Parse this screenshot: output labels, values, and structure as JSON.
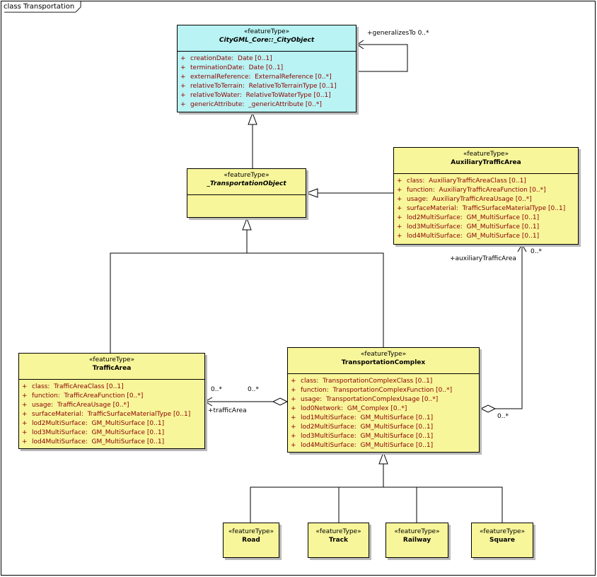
{
  "frame": {
    "title": "class Transportation"
  },
  "classes": {
    "city_object": {
      "stereotype": "«featureType»",
      "name": "CityGML_Core::_CityObject",
      "attributes": [
        {
          "vis": "+",
          "name": "creationDate:",
          "type": "Date [0..1]"
        },
        {
          "vis": "+",
          "name": "terminationDate:",
          "type": "Date [0..1]"
        },
        {
          "vis": "+",
          "name": "externalReference:",
          "type": "ExternalReference [0..*]"
        },
        {
          "vis": "+",
          "name": "relativeToTerrain:",
          "type": "RelativeToTerrainType [0..1]"
        },
        {
          "vis": "+",
          "name": "relativeToWater:",
          "type": "RelativeToWaterType [0..1]"
        },
        {
          "vis": "+",
          "name": "genericAttribute:",
          "type": "_genericAttribute [0..*]"
        }
      ]
    },
    "transportation_object": {
      "stereotype": "«featureType»",
      "name": "_TransportationObject",
      "attributes": []
    },
    "auxiliary_traffic_area": {
      "stereotype": "«featureType»",
      "name": "AuxiliaryTrafficArea",
      "attributes": [
        {
          "vis": "+",
          "name": "class:",
          "type": "AuxiliaryTrafficAreaClass [0..1]"
        },
        {
          "vis": "+",
          "name": "function:",
          "type": "AuxiliaryTrafficAreaFunction [0..*]"
        },
        {
          "vis": "+",
          "name": "usage:",
          "type": "AuxiliaryTrafficAreaUsage [0..*]"
        },
        {
          "vis": "+",
          "name": "surfaceMaterial:",
          "type": "TrafficSurfaceMaterialType [0..1]"
        },
        {
          "vis": "+",
          "name": "lod2MultiSurface:",
          "type": "GM_MultiSurface [0..1]"
        },
        {
          "vis": "+",
          "name": "lod3MultiSurface:",
          "type": "GM_MultiSurface [0..1]"
        },
        {
          "vis": "+",
          "name": "lod4MultiSurface:",
          "type": "GM_MultiSurface [0..1]"
        }
      ]
    },
    "traffic_area": {
      "stereotype": "«featureType»",
      "name": "TrafficArea",
      "attributes": [
        {
          "vis": "+",
          "name": "class:",
          "type": "TrafficAreaClass [0..1]"
        },
        {
          "vis": "+",
          "name": "function:",
          "type": "TrafficAreaFunction [0..*]"
        },
        {
          "vis": "+",
          "name": "usage:",
          "type": "TrafficAreaUsage [0..*]"
        },
        {
          "vis": "+",
          "name": "surfaceMaterial:",
          "type": "TrafficSurfaceMaterialType [0..1]"
        },
        {
          "vis": "+",
          "name": "lod2MultiSurface:",
          "type": "GM_MultiSurface [0..1]"
        },
        {
          "vis": "+",
          "name": "lod3MultiSurface:",
          "type": "GM_MultiSurface [0..1]"
        },
        {
          "vis": "+",
          "name": "lod4MultiSurface:",
          "type": "GM_MultiSurface [0..1]"
        }
      ]
    },
    "transportation_complex": {
      "stereotype": "«featureType»",
      "name": "TransportationComplex",
      "attributes": [
        {
          "vis": "+",
          "name": "class:",
          "type": "TransportationComplexClass [0..1]"
        },
        {
          "vis": "+",
          "name": "function:",
          "type": "TransportationComplexFunction [0..*]"
        },
        {
          "vis": "+",
          "name": "usage:",
          "type": "TransportationComplexUsage [0..*]"
        },
        {
          "vis": "+",
          "name": "lod0Network:",
          "type": "GM_Complex [0..*]"
        },
        {
          "vis": "+",
          "name": "lod1MultiSurface:",
          "type": "GM_MultiSurface [0..1]"
        },
        {
          "vis": "+",
          "name": "lod2MultiSurface:",
          "type": "GM_MultiSurface [0..1]"
        },
        {
          "vis": "+",
          "name": "lod3MultiSurface:",
          "type": "GM_MultiSurface [0..1]"
        },
        {
          "vis": "+",
          "name": "lod4MultiSurface:",
          "type": "GM_MultiSurface [0..1]"
        }
      ]
    },
    "road": {
      "stereotype": "«featureType»",
      "name": "Road"
    },
    "track": {
      "stereotype": "«featureType»",
      "name": "Track"
    },
    "railway": {
      "stereotype": "«featureType»",
      "name": "Railway"
    },
    "square": {
      "stereotype": "«featureType»",
      "name": "Square"
    }
  },
  "associations": {
    "generalizes_to": {
      "role": "+generalizesTo",
      "multiplicity": "0..*"
    },
    "auxiliary_traffic_area": {
      "role": "+auxiliaryTrafficArea",
      "target_multiplicity": "0..*",
      "source_multiplicity": "0..*"
    },
    "traffic_area": {
      "role": "+trafficArea",
      "target_multiplicity": "0..*",
      "source_multiplicity": "0..*"
    }
  },
  "colors": {
    "class_fill": "#f8f69a",
    "core_class_fill": "#b9f3f3",
    "attribute_text": "#8b0000",
    "line": "#000000"
  }
}
